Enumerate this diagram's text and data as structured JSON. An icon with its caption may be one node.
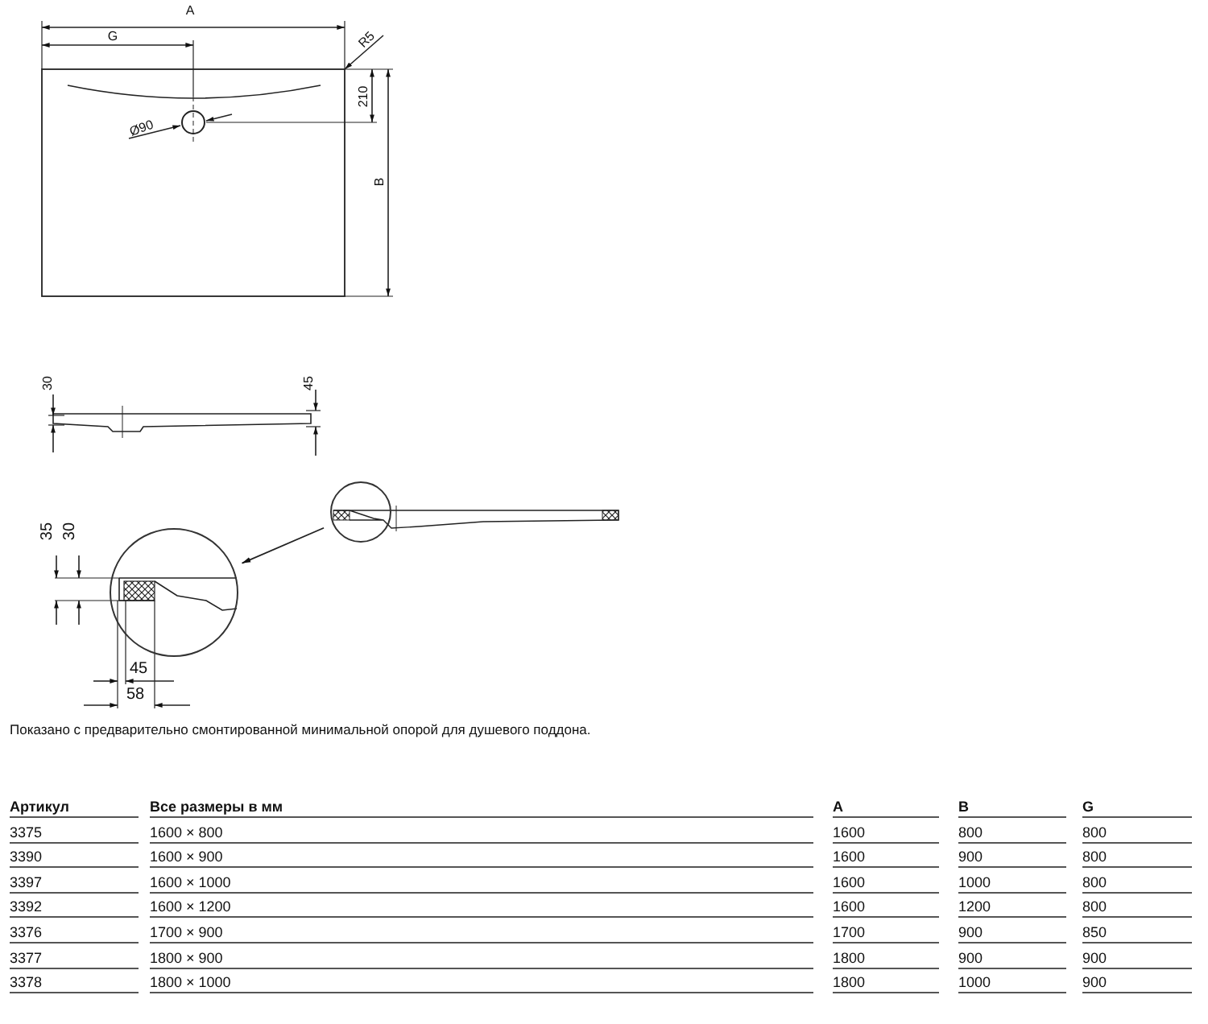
{
  "diagram": {
    "nodes": [
      {
        "text": [],
        "shape": "circle"
      },
      {
        "text": [],
        "shape": "circle"
      }
    ],
    "edges": [
      {
        "from": 0,
        "to": 1,
        "arrow": "to"
      }
    ],
    "labels": [
      "A",
      "G",
      "R5",
      "210",
      "Ø90",
      "B",
      "30",
      "45",
      "35",
      "30",
      "45",
      "58",
      "Показано с предварительно смонтированной минимальной опорой для душевого поддона.",
      "Артикул",
      "Все размеры в мм",
      "A",
      "B",
      "G",
      "3375",
      "1600 × 800",
      "1600",
      "800",
      "800",
      "3390",
      "1600 × 900",
      "1600",
      "900",
      "800",
      "3397",
      "1600 × 1000",
      "1600",
      "1000",
      "800",
      "3392",
      "1600 × 1200",
      "1600",
      "1200",
      "800",
      "3376",
      "1700 × 900",
      "1700",
      "900",
      "850",
      "3377",
      "1800 × 900",
      "1800",
      "900",
      "900",
      "3378",
      "1800 × 1000",
      "1800",
      "1000",
      "900"
    ]
  }
}
